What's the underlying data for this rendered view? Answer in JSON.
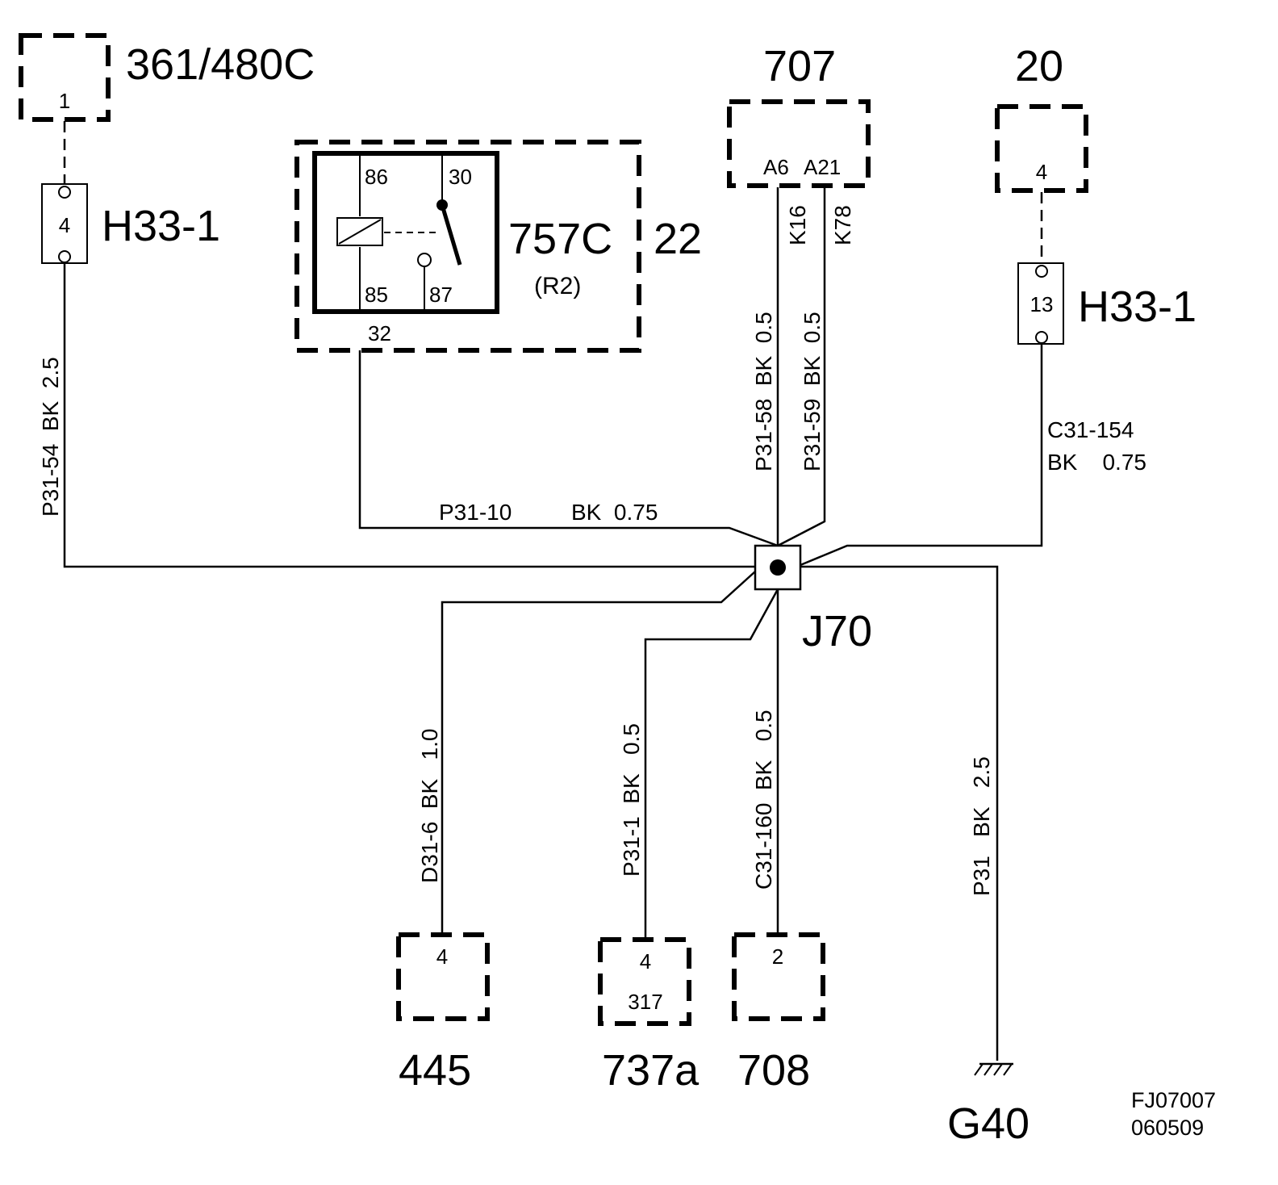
{
  "components": {
    "c361": {
      "label": "361/480C",
      "pin": "1"
    },
    "h33_left": {
      "label": "H33-1",
      "pin": "4"
    },
    "relay": {
      "label": "757C",
      "sub": "(R2)",
      "module": "22",
      "pin86": "86",
      "pin30": "30",
      "pin85": "85",
      "pin87": "87",
      "pin32": "32"
    },
    "c707": {
      "label": "707",
      "pinA6": "A6",
      "pinA21": "A21"
    },
    "c20": {
      "label": "20",
      "pin": "4"
    },
    "h33_right": {
      "label": "H33-1",
      "pin": "13"
    },
    "j70": {
      "label": "J70"
    },
    "c445": {
      "label": "445",
      "pin": "4"
    },
    "c737a": {
      "label": "737a",
      "pin": "4",
      "sub": "317"
    },
    "c708": {
      "label": "708",
      "pin": "2"
    },
    "g40": {
      "label": "G40"
    }
  },
  "wires": {
    "p31_54": "P31-54  BK  2.5",
    "p31_10_id": "P31-10",
    "p31_10_spec": "BK  0.75",
    "k16": "K16",
    "k78": "K78",
    "p31_58": "P31-58  BK  0.5",
    "p31_59": "P31-59  BK  0.5",
    "c31_154_id": "C31-154",
    "c31_154_spec": "BK    0.75",
    "d31_6": "D31-6  BK   1.0",
    "p31_1": "P31-1  BK   0.5",
    "c31_160": "C31-160  BK   0.5",
    "p31": "P31   BK   2.5"
  },
  "footer": {
    "code": "FJ07007",
    "date": "060509"
  }
}
